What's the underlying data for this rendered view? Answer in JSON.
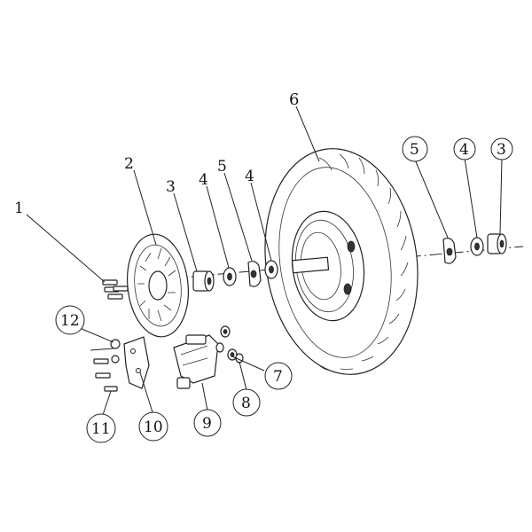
{
  "labels": {
    "p1": "1",
    "p2": "2",
    "p3_left": "3",
    "p4_left_a": "4",
    "p5_left": "5",
    "p4_left_b": "4",
    "p6": "6",
    "p5_right": "5",
    "p4_right": "4",
    "p3_right": "3",
    "p7": "7",
    "p8": "8",
    "p9": "9",
    "p10": "10",
    "p11": "11",
    "p12": "12"
  },
  "colors": {
    "line": "#222222",
    "background": "#ffffff"
  }
}
